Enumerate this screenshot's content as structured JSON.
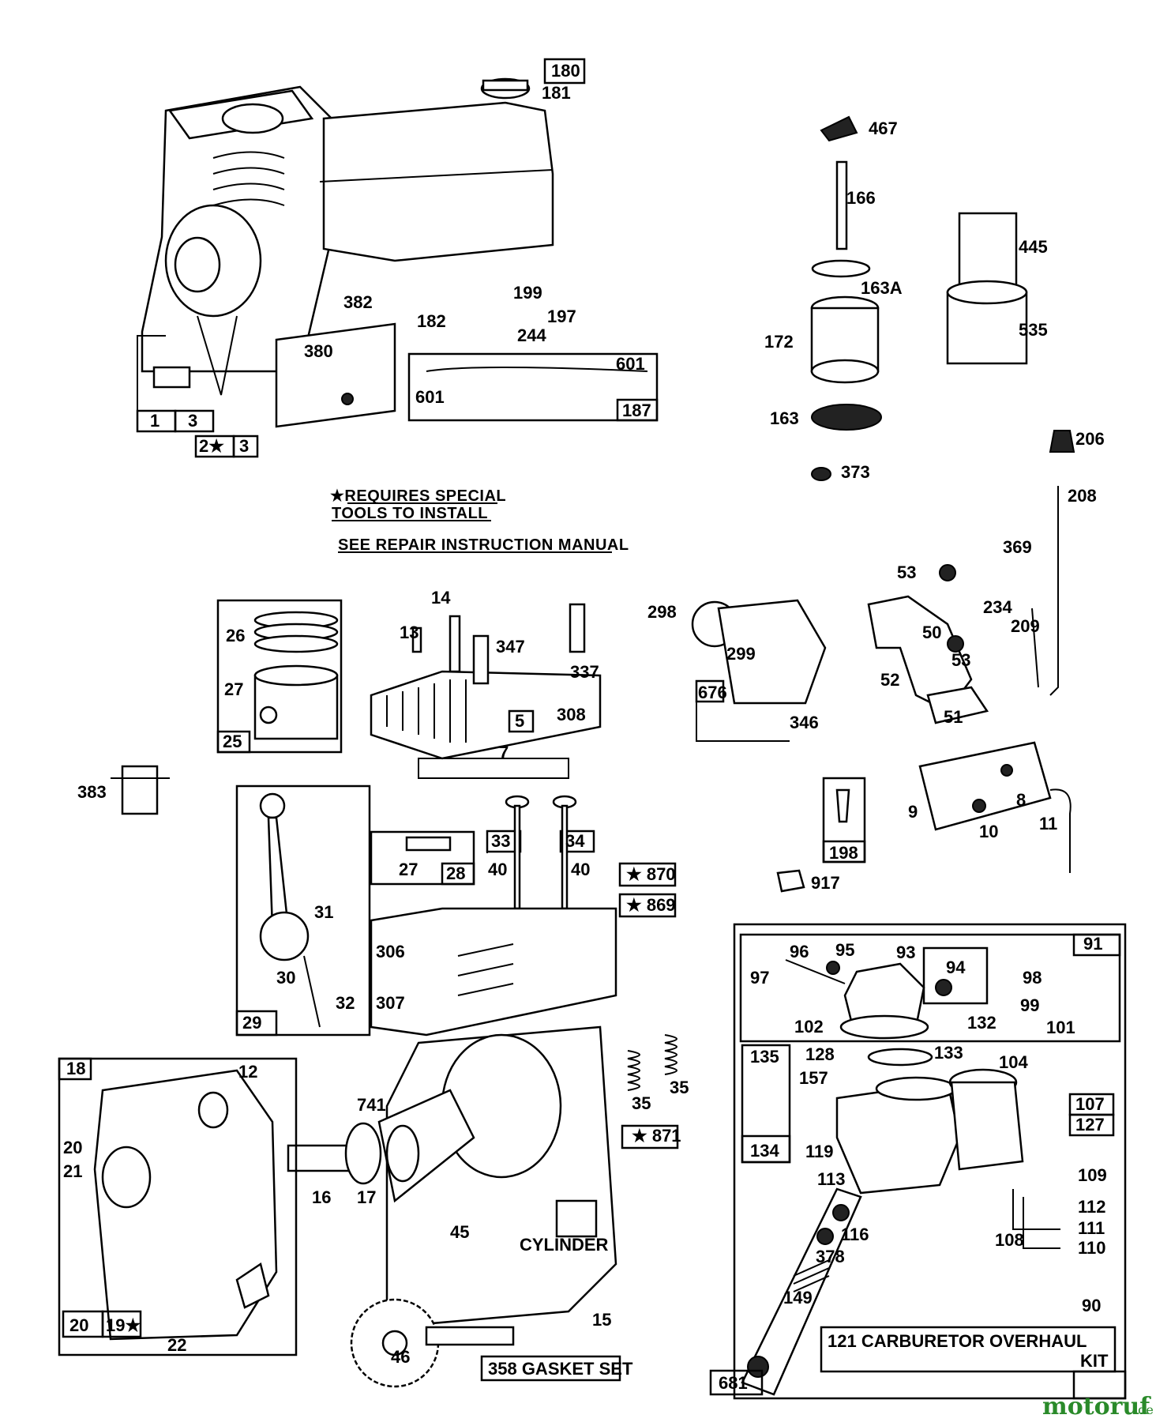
{
  "notes": {
    "line1": "★REQUIRES SPECIAL",
    "line2": "TOOLS TO INSTALL",
    "line3": "SEE REPAIR INSTRUCTION MANUAL"
  },
  "labels": {
    "p1": "1",
    "p2star": "2★",
    "p3": "3",
    "p3b": "3",
    "p5": "5",
    "p7": "7",
    "p8": "8",
    "p9": "9",
    "p10": "10",
    "p11": "11",
    "p12": "12",
    "p13": "13",
    "p14": "14",
    "p15": "15",
    "p16": "16",
    "p17": "17",
    "p18": "18",
    "p19star": "19★",
    "p20": "20",
    "p20b": "20",
    "p21": "21",
    "p22": "22",
    "p25": "25",
    "p26": "26",
    "p27": "27",
    "p27b": "27",
    "p28": "28",
    "p29": "29",
    "p30": "30",
    "p31": "31",
    "p32": "32",
    "p33": "33",
    "p34": "34",
    "p35": "35",
    "p35b": "35",
    "p40": "40",
    "p40b": "40",
    "p45": "45",
    "p46": "46",
    "p50": "50",
    "p51": "51",
    "p52": "52",
    "p53": "53",
    "p53b": "53",
    "p90": "90",
    "p91": "91",
    "p93": "93",
    "p94": "94",
    "p95": "95",
    "p96": "96",
    "p97": "97",
    "p98": "98",
    "p99": "99",
    "p101": "101",
    "p102": "102",
    "p104": "104",
    "p107": "107",
    "p108": "108",
    "p109": "109",
    "p110": "110",
    "p111": "111",
    "p112": "112",
    "p113": "113",
    "p116": "116",
    "p119": "119",
    "p127": "127",
    "p128": "128",
    "p132": "132",
    "p133": "133",
    "p134": "134",
    "p135": "135",
    "p149": "149",
    "p157": "157",
    "p163": "163",
    "p163a": "163A",
    "p166": "166",
    "p172": "172",
    "p180": "180",
    "p181": "181",
    "p182": "182",
    "p187": "187",
    "p197": "197",
    "p198": "198",
    "p199": "199",
    "p206": "206",
    "p208": "208",
    "p209": "209",
    "p234": "234",
    "p244": "244",
    "p298": "298",
    "p299": "299",
    "p306": "306",
    "p307": "307",
    "p308": "308",
    "p337": "337",
    "p346": "346",
    "p347": "347",
    "p369": "369",
    "p373": "373",
    "p378": "378",
    "p380": "380",
    "p382": "382",
    "p383": "383",
    "p445": "445",
    "p467": "467",
    "p535": "535",
    "p601": "601",
    "p601b": "601",
    "p676": "676",
    "p681": "681",
    "p741": "741",
    "p869": "★ 869",
    "p870": "★ 870",
    "p871": "★ 871",
    "p917": "917",
    "cylinder": "CYLINDER",
    "gasketset": "358 GASKET SET",
    "kit1": "121 CARBURETOR OVERHAUL",
    "kit2": "KIT"
  },
  "watermark": {
    "name": "motoruf",
    "suffix": ".de"
  }
}
